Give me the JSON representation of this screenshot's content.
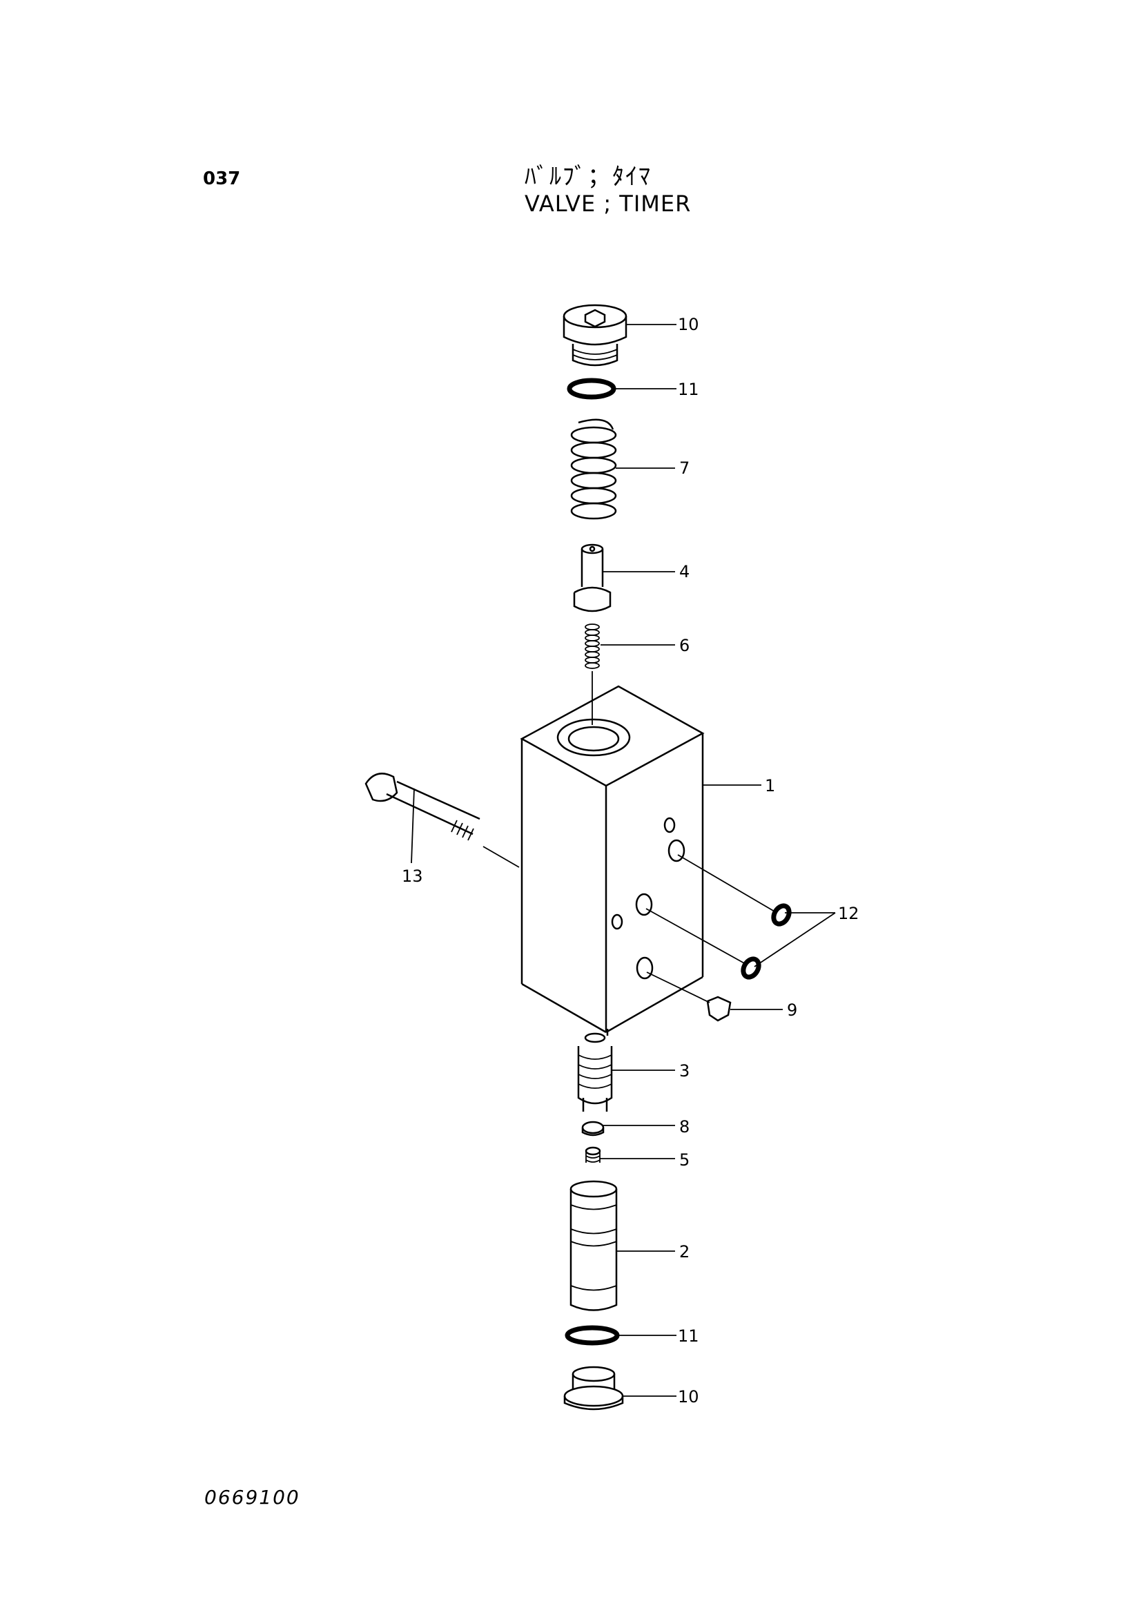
{
  "header": {
    "page_number": "037",
    "title_jp": "ﾊﾞﾙﾌﾞ；ﾀｲﾏ",
    "title_en": "VALVE ; TIMER"
  },
  "footer": {
    "drawing_code": "0669100"
  },
  "callouts": [
    {
      "id": "c10a",
      "label": "10"
    },
    {
      "id": "c11a",
      "label": "11"
    },
    {
      "id": "c7",
      "label": "7"
    },
    {
      "id": "c4",
      "label": "4"
    },
    {
      "id": "c6",
      "label": "6"
    },
    {
      "id": "c1",
      "label": "1"
    },
    {
      "id": "c13",
      "label": "13"
    },
    {
      "id": "c12",
      "label": "12"
    },
    {
      "id": "c9",
      "label": "9"
    },
    {
      "id": "c3",
      "label": "3"
    },
    {
      "id": "c8",
      "label": "8"
    },
    {
      "id": "c5",
      "label": "5"
    },
    {
      "id": "c2",
      "label": "2"
    },
    {
      "id": "c11b",
      "label": "11"
    },
    {
      "id": "c10b",
      "label": "10"
    }
  ]
}
